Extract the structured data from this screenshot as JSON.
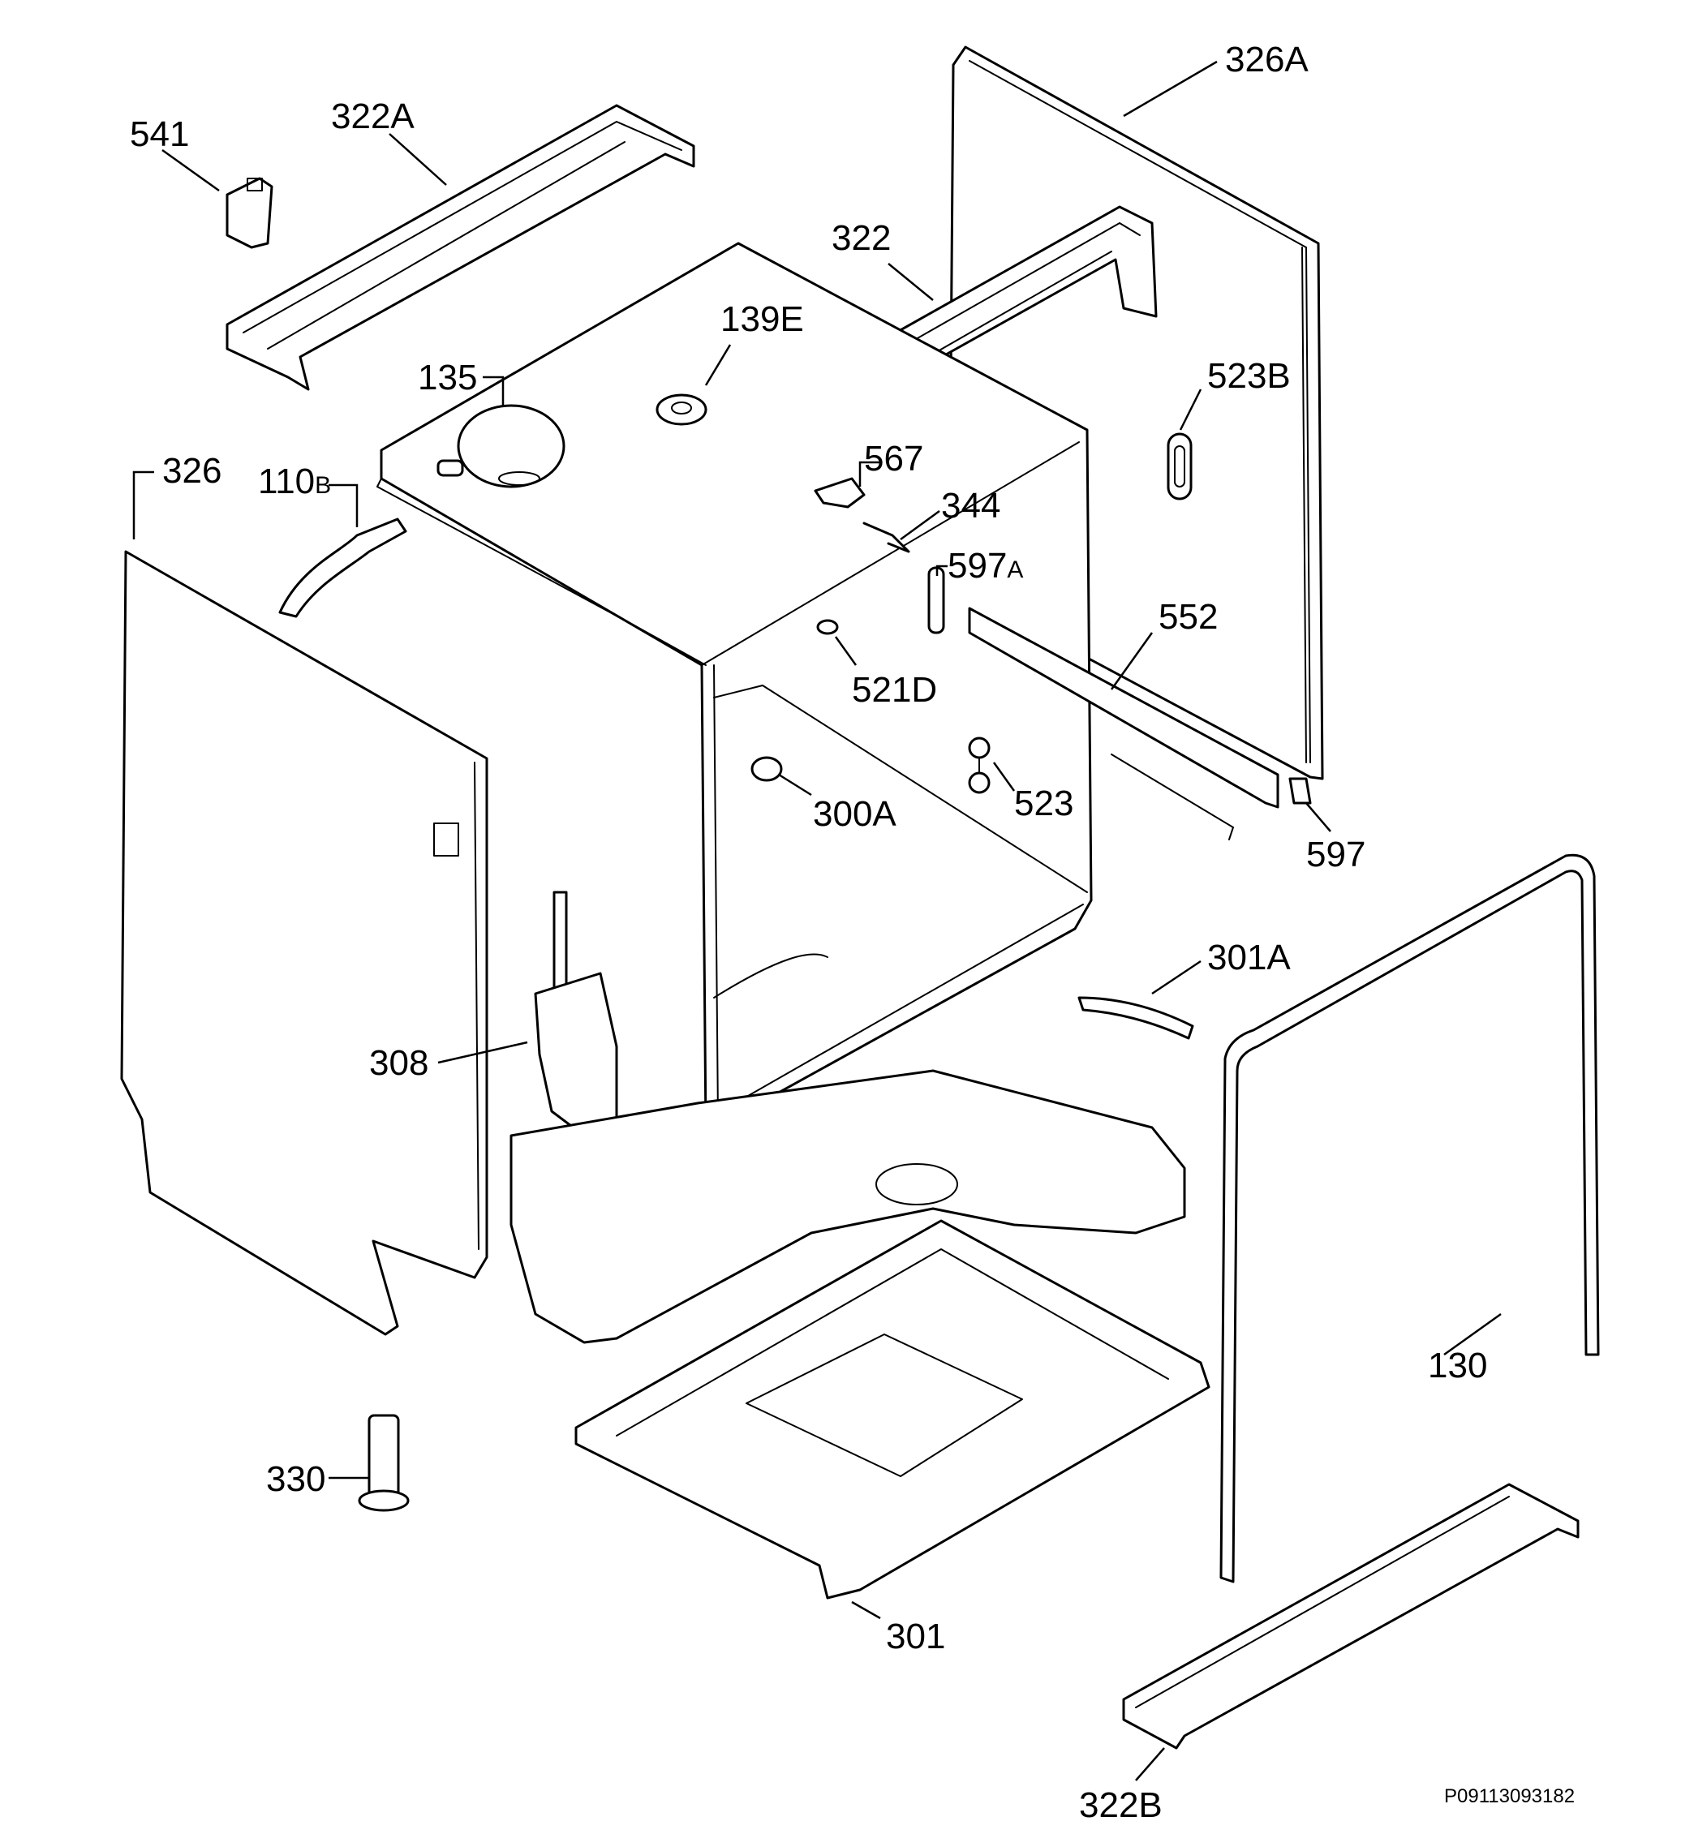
{
  "callouts": [
    {
      "id": "541",
      "label": "541"
    },
    {
      "id": "322A",
      "label": "322A"
    },
    {
      "id": "326A",
      "label": "326A"
    },
    {
      "id": "322",
      "label": "322"
    },
    {
      "id": "139E",
      "label": "139E"
    },
    {
      "id": "135",
      "label": "135"
    },
    {
      "id": "523B",
      "label": "523B"
    },
    {
      "id": "326",
      "label": "326"
    },
    {
      "id": "110B",
      "label": "110",
      "suffix": "B"
    },
    {
      "id": "567",
      "label": "567"
    },
    {
      "id": "344",
      "label": "344"
    },
    {
      "id": "597A",
      "label": "597",
      "suffix": "A"
    },
    {
      "id": "552",
      "label": "552"
    },
    {
      "id": "521D",
      "label": "521D"
    },
    {
      "id": "523",
      "label": "523"
    },
    {
      "id": "300A",
      "label": "300A"
    },
    {
      "id": "597",
      "label": "597"
    },
    {
      "id": "301A",
      "label": "301A"
    },
    {
      "id": "308",
      "label": "308"
    },
    {
      "id": "130",
      "label": "130"
    },
    {
      "id": "330",
      "label": "330"
    },
    {
      "id": "301",
      "label": "301"
    },
    {
      "id": "322B",
      "label": "322B"
    }
  ],
  "reference_code": "P09113093182"
}
